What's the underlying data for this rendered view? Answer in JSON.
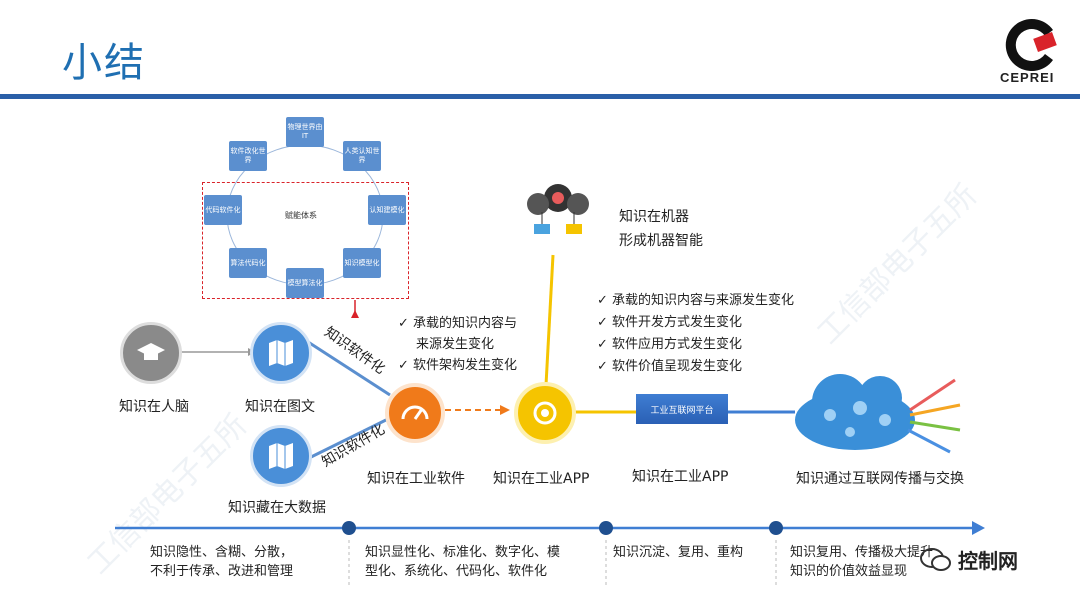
{
  "title": "小结",
  "logo": {
    "text": "CEPREI",
    "brand_color": "#d9232a"
  },
  "watermark": "工信部电子五所",
  "cycle": {
    "center": "赋能体系",
    "nodes": [
      "物理世界由IT",
      "人类认知世界",
      "认知建模化",
      "知识模型化",
      "模型算法化",
      "算法代码化",
      "代码软件化",
      "软件改化世界"
    ]
  },
  "stages": {
    "brain": "知识在人脑",
    "text": "知识在图文",
    "bigdata": "知识藏在大数据",
    "software": "知识在工业软件",
    "app": "知识在工业APP",
    "platform_caption": "知识在工业APP",
    "platform_label": "工业互联网平台",
    "internet": "知识通过互联网传播与交换",
    "machine": [
      "知识在机器",
      "形成机器智能"
    ]
  },
  "arrow_labels": [
    "知识软件化",
    "知识软件化"
  ],
  "checks_left": [
    "承载的知识内容与",
    "来源发生变化",
    "软件架构发生变化"
  ],
  "check_mark": "✓",
  "checks_right": [
    "承载的知识内容与来源发生变化",
    "软件开发方式发生变化",
    "软件应用方式发生变化",
    "软件价值呈现发生变化"
  ],
  "timeline": [
    [
      "知识隐性、含糊、分散，",
      "不利于传承、改进和管理"
    ],
    [
      "知识显性化、标准化、数字化、模",
      "型化、系统化、代码化、软件化"
    ],
    [
      "知识沉淀、复用、重构"
    ],
    [
      "知识复用、传播极大提升",
      "知识的价值效益显现"
    ]
  ],
  "wechat_badge": "控制网",
  "colors": {
    "blue": "#1f6fb2",
    "orange": "#f07a1a",
    "yellow": "#f5c400",
    "red_dash": "#d9232a"
  }
}
